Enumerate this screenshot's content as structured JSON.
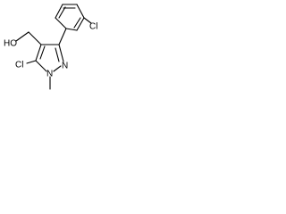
{
  "molecule": {
    "labels": {
      "ho": "HO",
      "cl_ring": "Cl",
      "cl_aryl": "Cl",
      "n1": "N",
      "n2": "N"
    }
  }
}
